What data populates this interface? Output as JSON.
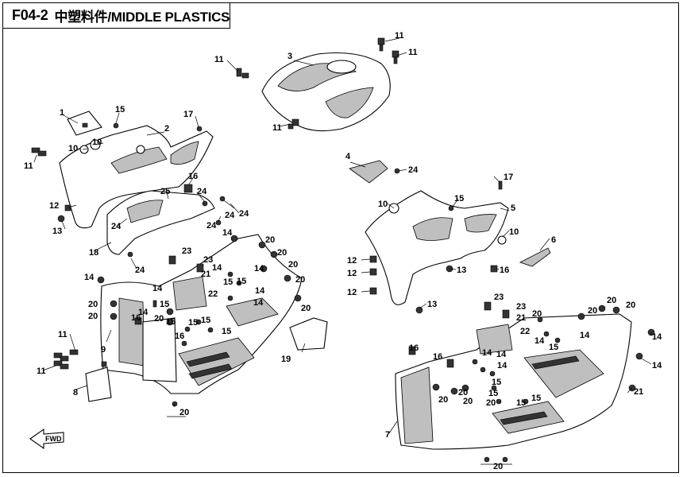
{
  "header": {
    "code": "F04-2",
    "title": "中塑料件/MIDDLE PLASTICS"
  },
  "fwd_label": "FWD",
  "callouts": {
    "c1": "1",
    "c2": "2",
    "c3": "3",
    "c4": "4",
    "c5": "5",
    "c6": "6",
    "c7": "7",
    "c8": "8",
    "c9": "9",
    "c10": "10",
    "c11": "11",
    "c12": "12",
    "c13": "13",
    "c14": "14",
    "c15": "15",
    "c16": "16",
    "c17": "17",
    "c18": "18",
    "c19": "19",
    "c20": "20",
    "c21": "21",
    "c22": "22",
    "c23": "23",
    "c24": "24",
    "c25": "25"
  }
}
